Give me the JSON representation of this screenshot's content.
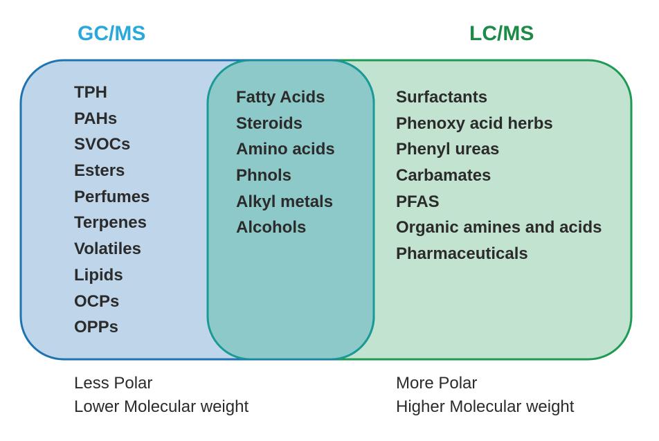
{
  "titles": {
    "left": "GC/MS",
    "right": "LC/MS"
  },
  "colors": {
    "gc_title": "#29a8db",
    "lc_title": "#1e8a47",
    "gc_fill": "#bfd6ea",
    "gc_stroke": "#1e73b0",
    "lc_fill": "#c3e3d1",
    "lc_stroke": "#1f9a55",
    "overlap_fill": "#8ec9c9",
    "overlap_stroke": "#1a9a96"
  },
  "gc_only": [
    "TPH",
    "PAHs",
    "SVOCs",
    "Esters",
    "Perfumes",
    "Terpenes",
    "Volatiles",
    "Lipids",
    "OCPs",
    "OPPs"
  ],
  "both": [
    "Fatty Acids",
    "Steroids",
    "Amino acids",
    "Phnols",
    "Alkyl metals",
    "Alcohols"
  ],
  "lc_only": [
    "Surfactants",
    "Phenoxy acid herbs",
    "Phenyl ureas",
    "Carbamates",
    "PFAS",
    "Organic amines and acids",
    "Pharmaceuticals"
  ],
  "footer": {
    "left": [
      "Less Polar",
      "Lower Molecular weight"
    ],
    "right": [
      "More Polar",
      "Higher Molecular weight"
    ]
  }
}
